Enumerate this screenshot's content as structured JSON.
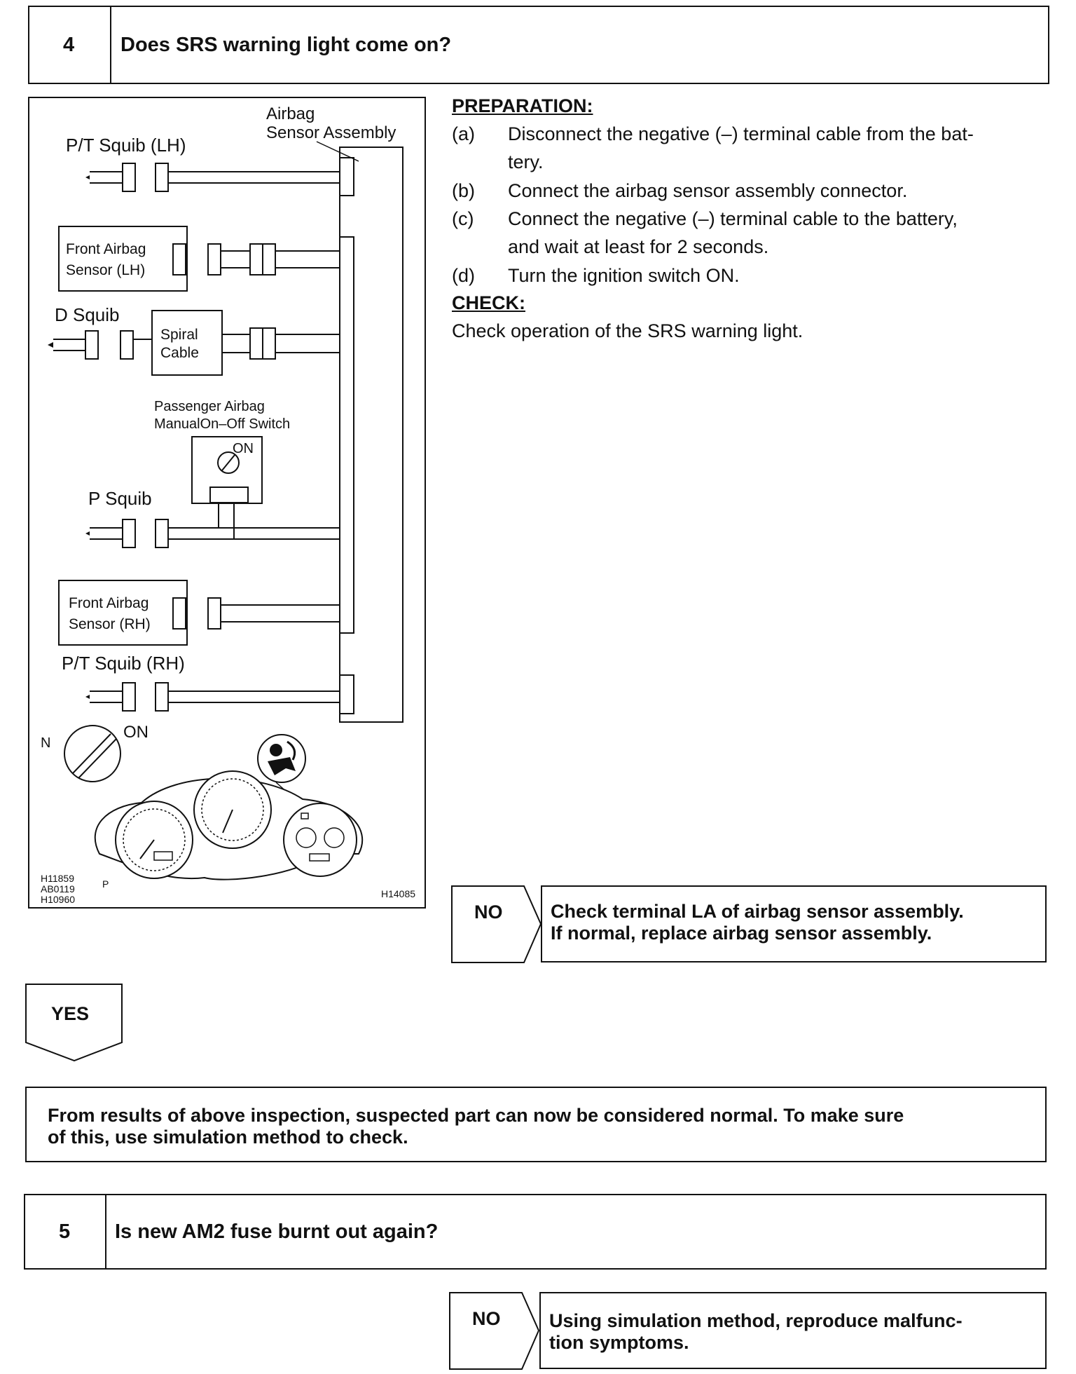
{
  "step4": {
    "number": "4",
    "title": "Does SRS warning light come on?"
  },
  "diagram": {
    "airbag_sensor_label_1": "Airbag",
    "airbag_sensor_label_2": "Sensor Assembly",
    "pt_squib_lh": "P/T Squib (LH)",
    "front_airbag_lh_1": "Front Airbag",
    "front_airbag_lh_2": "Sensor (LH)",
    "d_squib": "D Squib",
    "spiral_1": "Spiral",
    "spiral_2": "Cable",
    "passenger_switch_1": "Passenger Airbag",
    "passenger_switch_2": "ManualOn–Off Switch",
    "switch_on": "ON",
    "p_squib": "P Squib",
    "front_airbag_rh_1": "Front Airbag",
    "front_airbag_rh_2": "Sensor (RH)",
    "pt_squib_rh": "P/T Squib (RH)",
    "ign_n": "N",
    "ign_on": "ON",
    "code_1": "H11859",
    "code_2": "AB0119",
    "code_3": "H10960",
    "code_p": "P",
    "code_right": "H14085"
  },
  "preparation": {
    "heading": "PREPARATION:",
    "items": [
      {
        "label": "(a)",
        "line1": "Disconnect the negative (–) terminal cable from the bat-",
        "line2": "tery."
      },
      {
        "label": "(b)",
        "line1": "Connect the airbag sensor assembly connector.",
        "line2": ""
      },
      {
        "label": "(c)",
        "line1": "Connect the negative (–) terminal cable to the battery,",
        "line2": "and wait at least for 2 seconds."
      },
      {
        "label": "(d)",
        "line1": "Turn the ignition switch ON.",
        "line2": ""
      }
    ]
  },
  "check": {
    "heading": "CHECK:",
    "text": "Check operation of the SRS warning light."
  },
  "no1": {
    "label": "NO",
    "line1": "Check terminal LA of airbag sensor assembly.",
    "line2": "If normal, replace airbag sensor assembly."
  },
  "yes": {
    "label": "YES"
  },
  "note": {
    "line1": "From results of above inspection, suspected part can now be considered normal. To make sure",
    "line2": "of this, use simulation method to check."
  },
  "step5": {
    "number": "5",
    "title": "Is new AM2 fuse burnt out again?"
  },
  "no2": {
    "label": "NO",
    "line1": "Using simulation method, reproduce malfunc-",
    "line2": "tion symptoms."
  }
}
